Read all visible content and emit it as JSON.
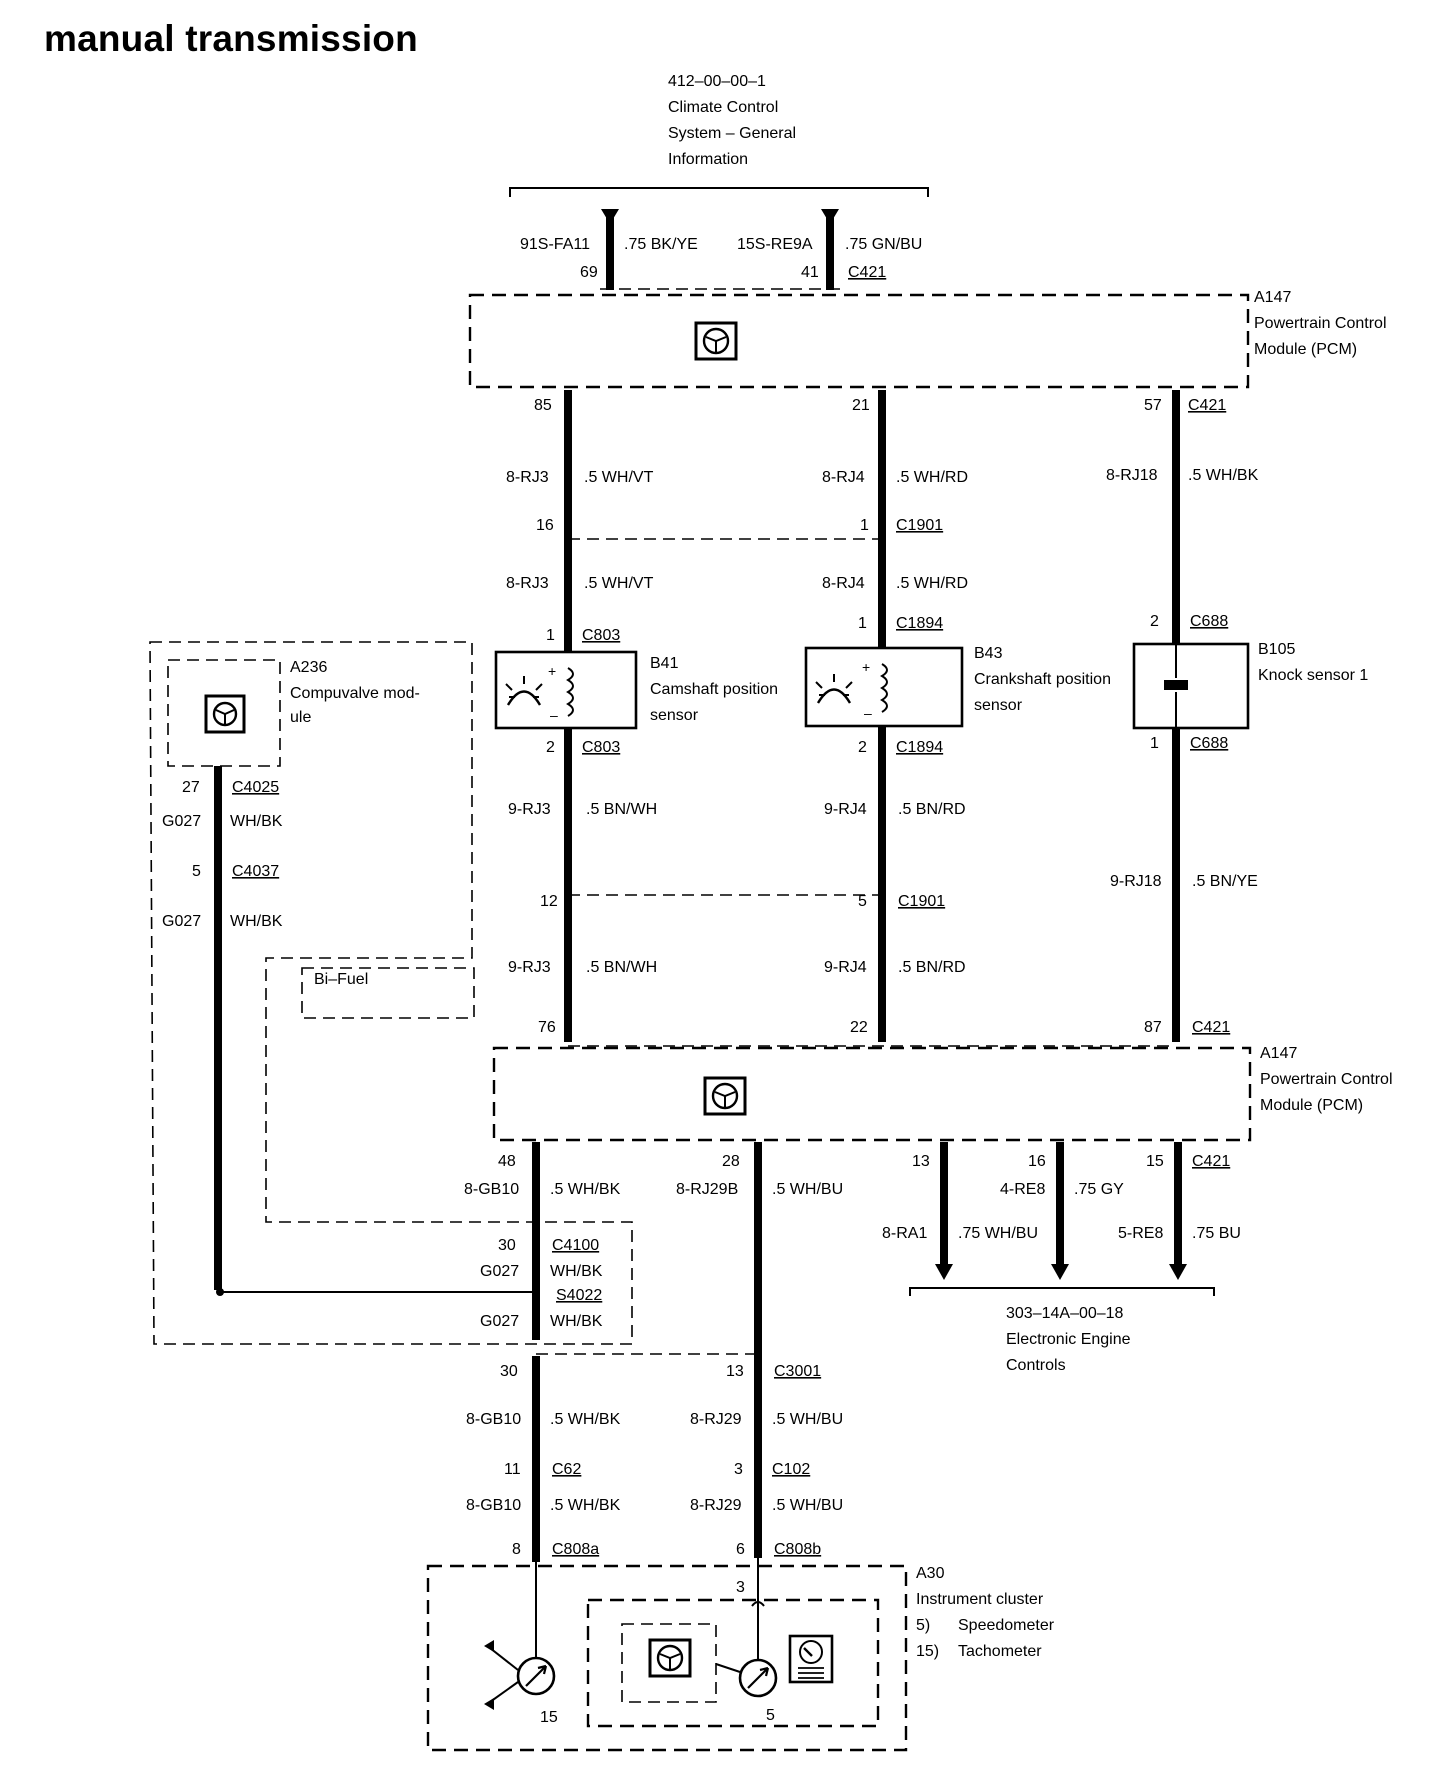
{
  "title": "manual transmission",
  "refs": {
    "climate": [
      "412–00–00–1",
      "Climate Control",
      "System – General",
      "Information"
    ],
    "engine": [
      "303–14A–00–18",
      "Electronic Engine",
      "Controls"
    ]
  },
  "pcm_top": {
    "id": "A147",
    "name": [
      "Powertrain Control",
      "Module (PCM)"
    ]
  },
  "pcm_mid": {
    "id": "A147",
    "name": [
      "Powertrain Control",
      "Module (PCM)"
    ]
  },
  "compuvalve": {
    "id": "A236",
    "name": [
      "Compuvalve mod-",
      "ule"
    ]
  },
  "bifuel": "Bi–Fuel",
  "sensors": {
    "b41": {
      "id": "B41",
      "name": [
        "Camshaft position",
        "sensor"
      ]
    },
    "b43": {
      "id": "B43",
      "name": [
        "Crankshaft position",
        "sensor"
      ]
    },
    "b105": {
      "id": "B105",
      "name": [
        "Knock sensor 1"
      ]
    }
  },
  "cluster": {
    "id": "A30",
    "name": "Instrument cluster",
    "items": [
      [
        "5)",
        "Speedometer"
      ],
      [
        "15)",
        "Tachometer"
      ]
    ]
  },
  "wire_labels": [
    [
      "91S-FA11",
      ".75 BK/YE",
      "69"
    ],
    [
      "15S-RE9A",
      ".75 GN/BU",
      "41",
      "C421"
    ],
    [
      "85",
      "8-RJ3",
      ".5 WH/VT",
      "16",
      "8-RJ3",
      ".5 WH/VT",
      "1",
      "C803",
      "2",
      "C803",
      "9-RJ3",
      ".5 BN/WH",
      "12",
      "9-RJ3",
      ".5 BN/WH",
      "76"
    ],
    [
      "21",
      "8-RJ4",
      ".5 WH/RD",
      "1",
      "C1901",
      "8-RJ4",
      ".5 WH/RD",
      "1",
      "C1894",
      "2",
      "C1894",
      "9-RJ4",
      ".5 BN/RD",
      "5",
      "C1901",
      "9-RJ4",
      ".5 BN/RD",
      "22"
    ],
    [
      "57",
      "C421",
      "8-RJ18",
      ".5 WH/BK",
      "2",
      "C688",
      "1",
      "C688",
      "9-RJ18",
      ".5 BN/YE",
      "87",
      "C421"
    ],
    [
      "27",
      "C4025",
      "G027",
      "WH/BK",
      "5",
      "C4037",
      "G027",
      "WH/BK"
    ],
    [
      "48",
      "8-GB10",
      ".5 WH/BK",
      "30",
      "C4100",
      "G027",
      "WH/BK",
      "S4022",
      "G027",
      "WH/BK",
      "30",
      "8-GB10",
      ".5 WH/BK",
      "11",
      "C62",
      "8-GB10",
      ".5 WH/BK",
      "8",
      "C808a"
    ],
    [
      "28",
      "8-RJ29B",
      ".5 WH/BU",
      "13",
      "C3001",
      "8-RJ29",
      ".5 WH/BU",
      "3",
      "C102",
      "8-RJ29",
      ".5 WH/BU",
      "6",
      "C808b",
      "3"
    ],
    [
      "13",
      "8-RA1",
      ".75 WH/BU",
      "16",
      "4-RE8",
      ".75 GY",
      "15",
      "C421",
      "5-RE8",
      ".75 BU"
    ],
    [
      "15",
      "5"
    ]
  ],
  "icons": [
    "module-icon",
    "sensor-icon",
    "knock-sensor-icon",
    "gauge-icon",
    "ground-arrow-icon"
  ]
}
